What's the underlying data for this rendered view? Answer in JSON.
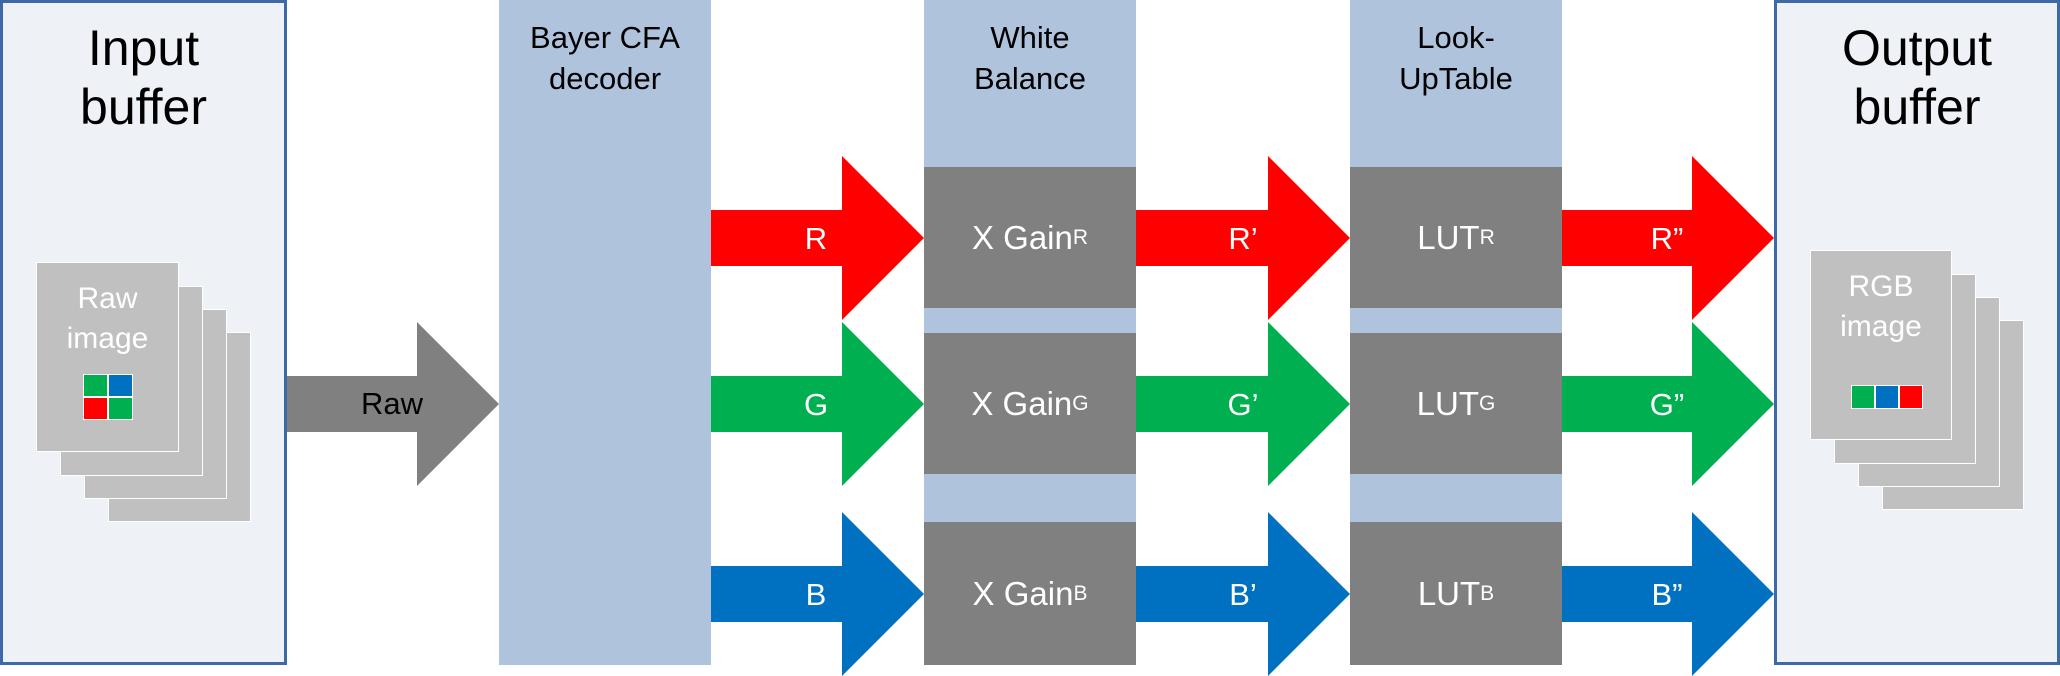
{
  "input_buffer": {
    "title": "Input\nbuffer",
    "raw_image_label": "Raw\nimage"
  },
  "output_buffer": {
    "title": "Output\nbuffer",
    "rgb_image_label": "RGB\nimage"
  },
  "stages": {
    "bayer": {
      "title": "Bayer CFA\ndecoder"
    },
    "white_balance": {
      "title": "White\nBalance",
      "gain_text": "X Gain",
      "subscripts": [
        "R",
        "G",
        "B"
      ]
    },
    "lut": {
      "title": "Look-\nUpTable",
      "lut_text": "LUT",
      "subscripts": [
        "R",
        "G",
        "B"
      ]
    }
  },
  "arrows": {
    "raw": "Raw",
    "decoder_out": [
      "R",
      "G",
      "B"
    ],
    "wb_out": [
      "R’",
      "G’",
      "B’"
    ],
    "lut_out": [
      "R”",
      "G”",
      "B”"
    ]
  },
  "colors": {
    "red": "#ff0000",
    "green": "#00b050",
    "blue": "#0070c0",
    "gray": "#808080",
    "stage_fill": "#b0c3dd",
    "buffer_fill": "#eef1f6",
    "buffer_border": "#3d6aa6"
  }
}
